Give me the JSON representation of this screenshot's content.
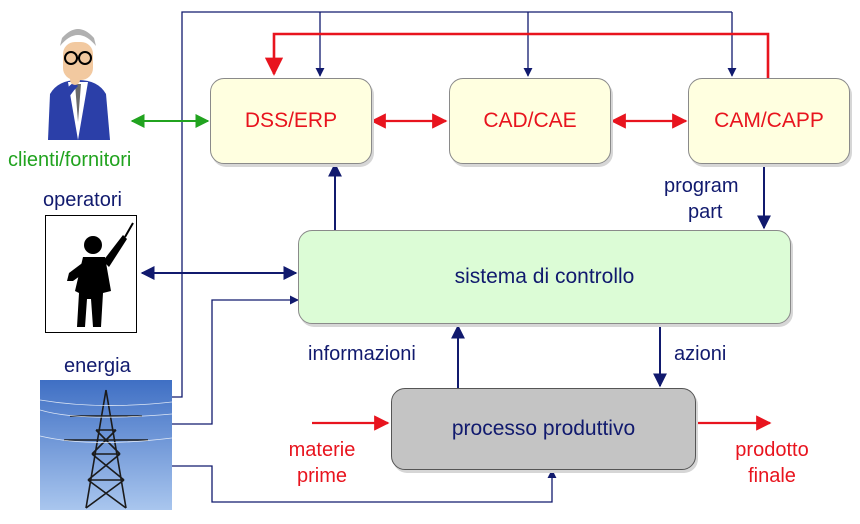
{
  "boxes": {
    "dss_erp": "DSS/ERP",
    "cad_cae": "CAD/CAE",
    "cam_capp": "CAM/CAPP",
    "controllo": "sistema di controllo",
    "processo": "processo produttivo"
  },
  "labels": {
    "clienti_fornitori": "clienti/fornitori",
    "operatori": "operatori",
    "energia": "energia",
    "program": "program",
    "part": "part",
    "informazioni": "informazioni",
    "azioni": "azioni",
    "materie": "materie",
    "prime": "prime",
    "prodotto": "prodotto",
    "finale": "finale"
  },
  "colors": {
    "navy": "#111a6e",
    "red": "#e8141e",
    "green": "#21a31f",
    "box_yellow": "#ffffe0",
    "box_green": "#dcfcd6",
    "box_gray": "#c4c4c4"
  },
  "icons": [
    "businessman-thinking-icon",
    "orchestra-conductor-icon",
    "power-pylon-icon"
  ]
}
